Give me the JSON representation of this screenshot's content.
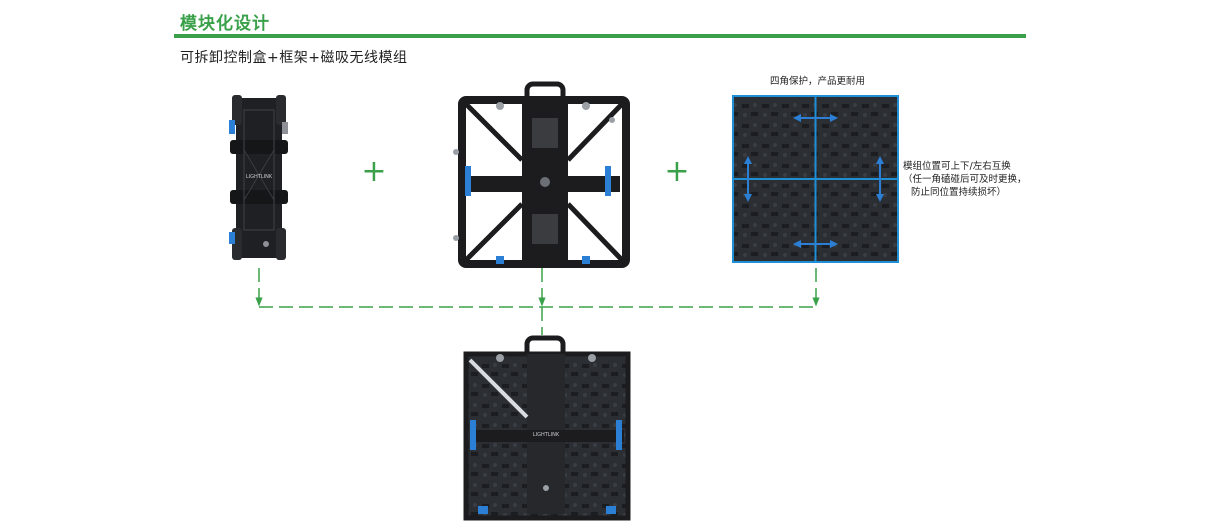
{
  "header": {
    "title": "模块化设计",
    "subtitle": "可拆卸控制盒+框架+磁吸无线模组"
  },
  "annotations": {
    "corner_protection": "四角保护，产品更耐用",
    "module_swap": [
      "模组位置可上下/左右互换",
      "（任一角磕碰后可及时更换，",
      "防止同位置持续损坏）"
    ]
  },
  "brand_label": "LIGHTLINK",
  "operators": [
    "+",
    "+"
  ],
  "colors": {
    "accent_green": "#3aa14a",
    "frame_dark": "#1c1c1e",
    "panel_dark": "#2a2d31",
    "module_border": "#1f8fd6",
    "accent_blue": "#2b7fd4"
  }
}
